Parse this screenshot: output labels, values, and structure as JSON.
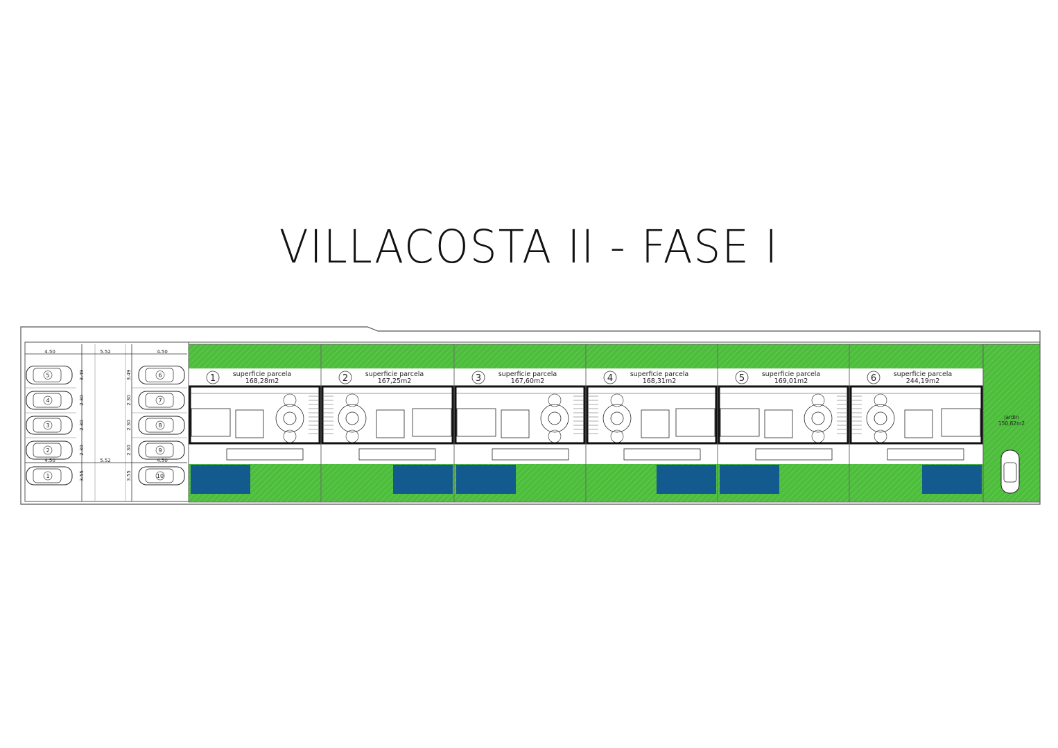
{
  "title": "VILLACOSTA II - FASE I",
  "colors": {
    "lawn": "#4dbd3c",
    "pool": "#135a8e",
    "wall": "#111111",
    "line": "#555555"
  },
  "parcel_label": "superficie parcela",
  "parcels": [
    {
      "number": "1",
      "area": "168,28m2",
      "pool_side": "left"
    },
    {
      "number": "2",
      "area": "167,25m2",
      "pool_side": "right"
    },
    {
      "number": "3",
      "area": "167,60m2",
      "pool_side": "left"
    },
    {
      "number": "4",
      "area": "168,31m2",
      "pool_side": "right"
    },
    {
      "number": "5",
      "area": "169,01m2",
      "pool_side": "left"
    },
    {
      "number": "6",
      "area": "244,19m2",
      "pool_side": "right"
    }
  ],
  "garden": {
    "label": "jardin",
    "area": "150,82m2"
  },
  "parking": {
    "left_spaces": [
      "5",
      "4",
      "3",
      "2",
      "1"
    ],
    "right_spaces": [
      "6",
      "7",
      "8",
      "9",
      "10"
    ],
    "space_depth": "4.50",
    "aisle_width": "5.52",
    "row_widths": [
      "3.49",
      "2.30",
      "2.30",
      "2.30",
      "3.55"
    ]
  }
}
